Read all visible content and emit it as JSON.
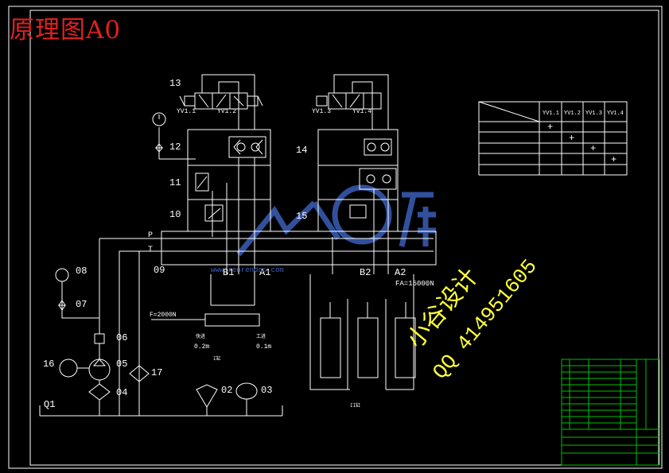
{
  "title": "原理图A0",
  "labels": {
    "c01": "Q1",
    "c02": "02",
    "c03": "03",
    "c04": "04",
    "c05": "05",
    "c06": "06",
    "c07": "07",
    "c08": "08",
    "c09": "09",
    "c10": "10",
    "c11": "11",
    "c12": "12",
    "c13": "13",
    "c14": "14",
    "c15": "15",
    "c16": "16",
    "c17": "17"
  },
  "solenoids": {
    "yv1": "YV1.1",
    "yv2": "YV1.2",
    "yv3": "YV1.3",
    "yv4": "YV1.4"
  },
  "lines": {
    "p": "P",
    "t": "T"
  },
  "ports": {
    "b1": "B1",
    "a1": "A1",
    "b2": "B2",
    "a2": "A2"
  },
  "forces": {
    "f1": "F=2000N",
    "f2": "FA=15000N"
  },
  "strokes": {
    "fast": "快进",
    "work": "工进",
    "fast_val": "0.2m",
    "work_val": "0.1m",
    "c1": "I缸",
    "c2": "II缸"
  },
  "table": {
    "headers": [
      "YV1.1",
      "YV1.2",
      "YV1.3",
      "YV1.4"
    ],
    "marks": [
      "+",
      "+",
      "+",
      "+"
    ]
  },
  "watermark": {
    "line1": "小谷设计",
    "line2": "QQ 414951605",
    "site": "www.renrendoc.com"
  },
  "colors": {
    "line": "#ffffff",
    "title": "#e02020",
    "frame": "#ffffff",
    "accent": "#00c000",
    "watermark": "#ffff3a",
    "logo": "#3a5fb8"
  }
}
